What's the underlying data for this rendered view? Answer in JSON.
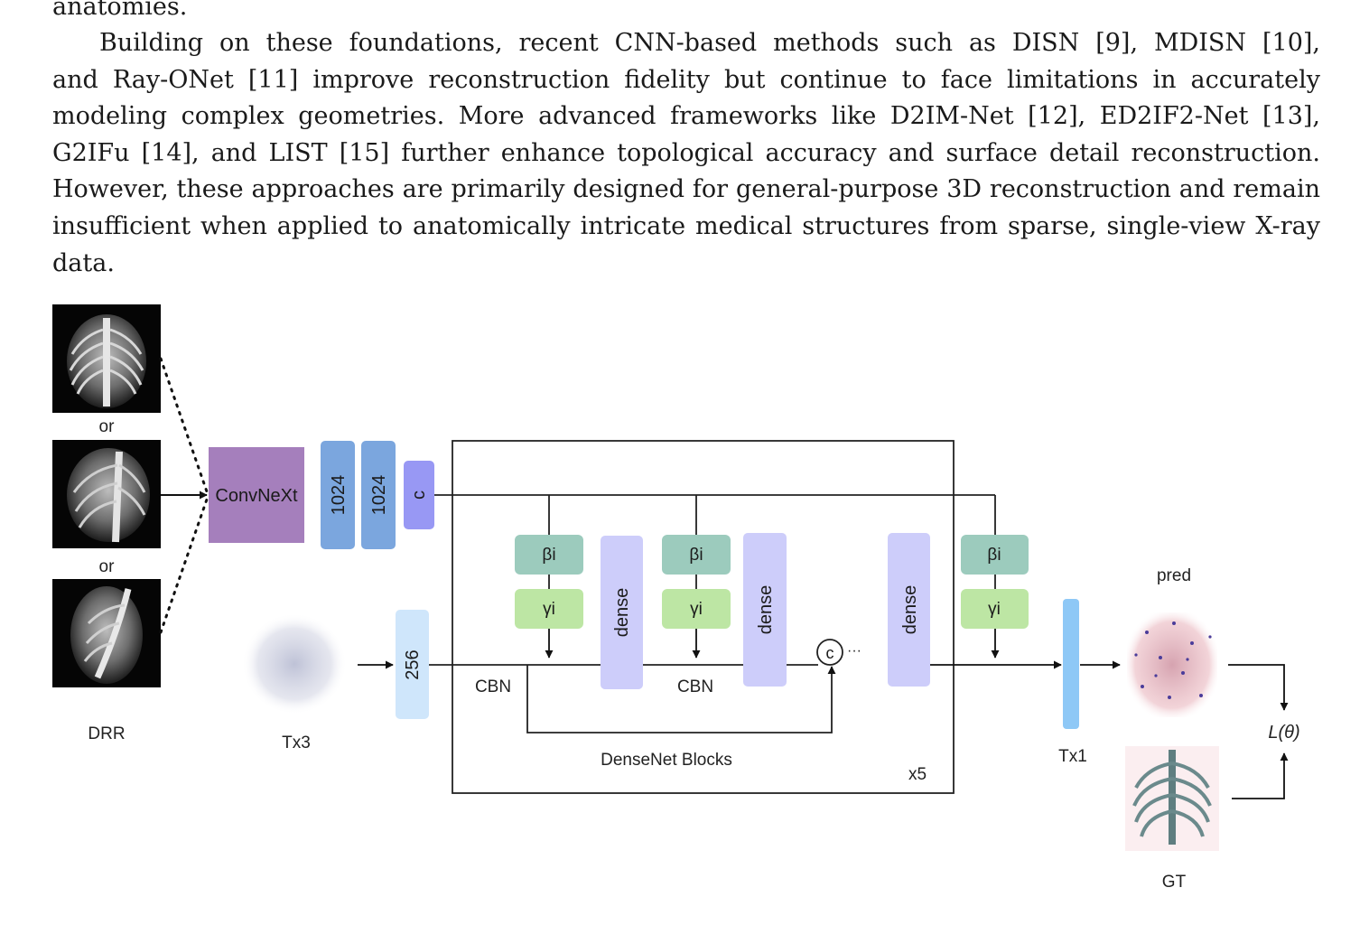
{
  "text": {
    "prev_tail": "anatomies.",
    "paragraph_lines": [
      "Building on these foundations, recent CNN-based methods such as DISN [9], MDISN [10],",
      "and Ray-ONet [11] improve reconstruction fidelity but continue to face limitations in accurately",
      "modeling complex geometries.  More advanced frameworks like D2IM-Net [12], ED2IF2-Net [13],",
      "G2IFu [14], and LIST [15] further enhance topological accuracy and surface detail reconstruction.",
      "However, these approaches are primarily designed for general-purpose 3D reconstruction and remain",
      "insufficient when applied to anatomically intricate medical structures from sparse, single-view X-ray",
      "data."
    ]
  },
  "figure": {
    "or_1": "or",
    "or_2": "or",
    "drr": "DRR",
    "encoder": "ConvNeXt",
    "feat_a": "1024",
    "feat_b": "1024",
    "c_vec": "c",
    "points_in": "Tx3",
    "fc_in": "256",
    "beta_1": "βi",
    "gamma_1": "γi",
    "dense_1": "dense",
    "beta_2": "βi",
    "gamma_2": "γi",
    "dense_2": "dense",
    "concat": "c",
    "ellipsis": "···",
    "dense_3": "dense",
    "beta_3": "βi",
    "gamma_3": "γi",
    "cbn_1": "CBN",
    "cbn_2": "CBN",
    "block_title": "DenseNet Blocks",
    "repeat": "x5",
    "out": "Tx1",
    "pred": "pred",
    "gt": "GT",
    "loss": "L(θ)",
    "colors": {
      "encoder": "#a57fbc",
      "feature": "#7ba6de",
      "c_vec": "#9898f4",
      "fc": "#cfe6fb",
      "beta": "#9ccbbd",
      "gamma": "#bde6a4",
      "dense": "#cdcdfa",
      "output": "#8ec8f6"
    }
  }
}
